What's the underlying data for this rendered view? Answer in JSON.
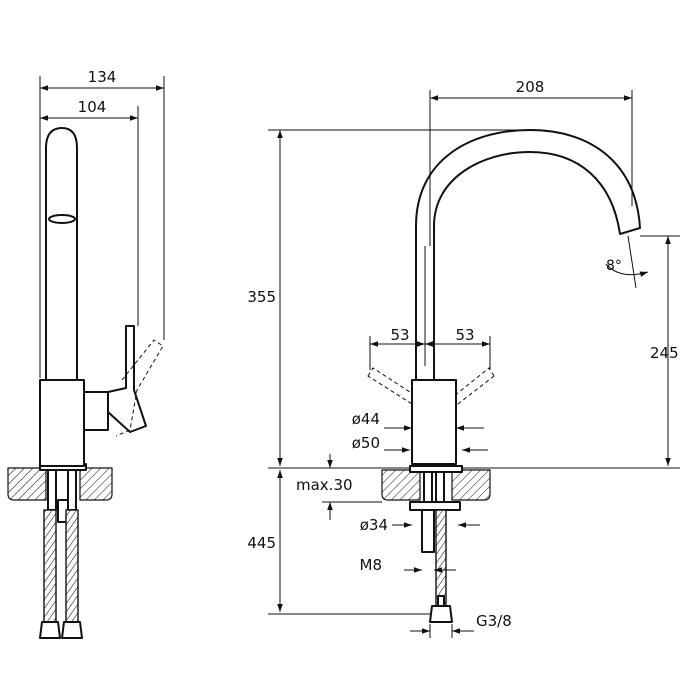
{
  "left_view": {
    "dim_overall_width": "134",
    "dim_spout_width": "104"
  },
  "right_view": {
    "dim_spout_reach": "208",
    "dim_total_height": "355",
    "dim_spout_height": "245",
    "dim_angle": "8°",
    "dim_handle_left": "53",
    "dim_handle_right": "53",
    "dim_body_diameter": "ø44",
    "dim_base_diameter": "ø50",
    "dim_max_thickness": "max.30",
    "dim_shank_diameter": "ø34",
    "dim_below_counter": "445",
    "dim_thread": "M8",
    "dim_connection": "G3/8"
  }
}
